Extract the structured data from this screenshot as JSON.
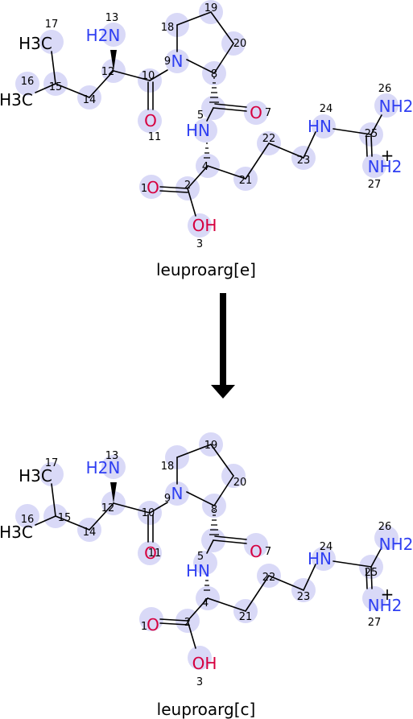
{
  "reaction": {
    "top_caption": "leuproarg[e]",
    "bottom_caption": "leuproarg[c]"
  },
  "colors": {
    "nitrogen": "#2f3ff2",
    "oxygen": "#d6003f",
    "carbon": "#000000",
    "highlight": "#d9d9f7",
    "arrow": "#000000"
  },
  "atom_labels": {
    "h3c_17": "H3C",
    "h3c_16": "H3C",
    "nh2_13": "H2N",
    "n_9": "N",
    "o_11": "O",
    "hn_5": "HN",
    "o_7": "O",
    "hn_24": "HN",
    "nh2_26": "NH2",
    "nh2_27": "NH2",
    "plus_27": "+",
    "o_1": "O",
    "oh_3": "OH"
  },
  "atom_numbers": {
    "n1": "1",
    "n2": "2",
    "n3": "3",
    "n4": "4",
    "n5": "5",
    "n7": "7",
    "n8": "8",
    "n9": "9",
    "n10": "10",
    "n11": "11",
    "n12": "12",
    "n13": "13",
    "n14": "14",
    "n15": "15",
    "n16": "16",
    "n17": "17",
    "n18": "18",
    "n19": "19",
    "n20": "20",
    "n21": "21",
    "n22": "22",
    "n23": "23",
    "n24": "24",
    "n25": "25",
    "n26": "26",
    "n27": "27"
  }
}
